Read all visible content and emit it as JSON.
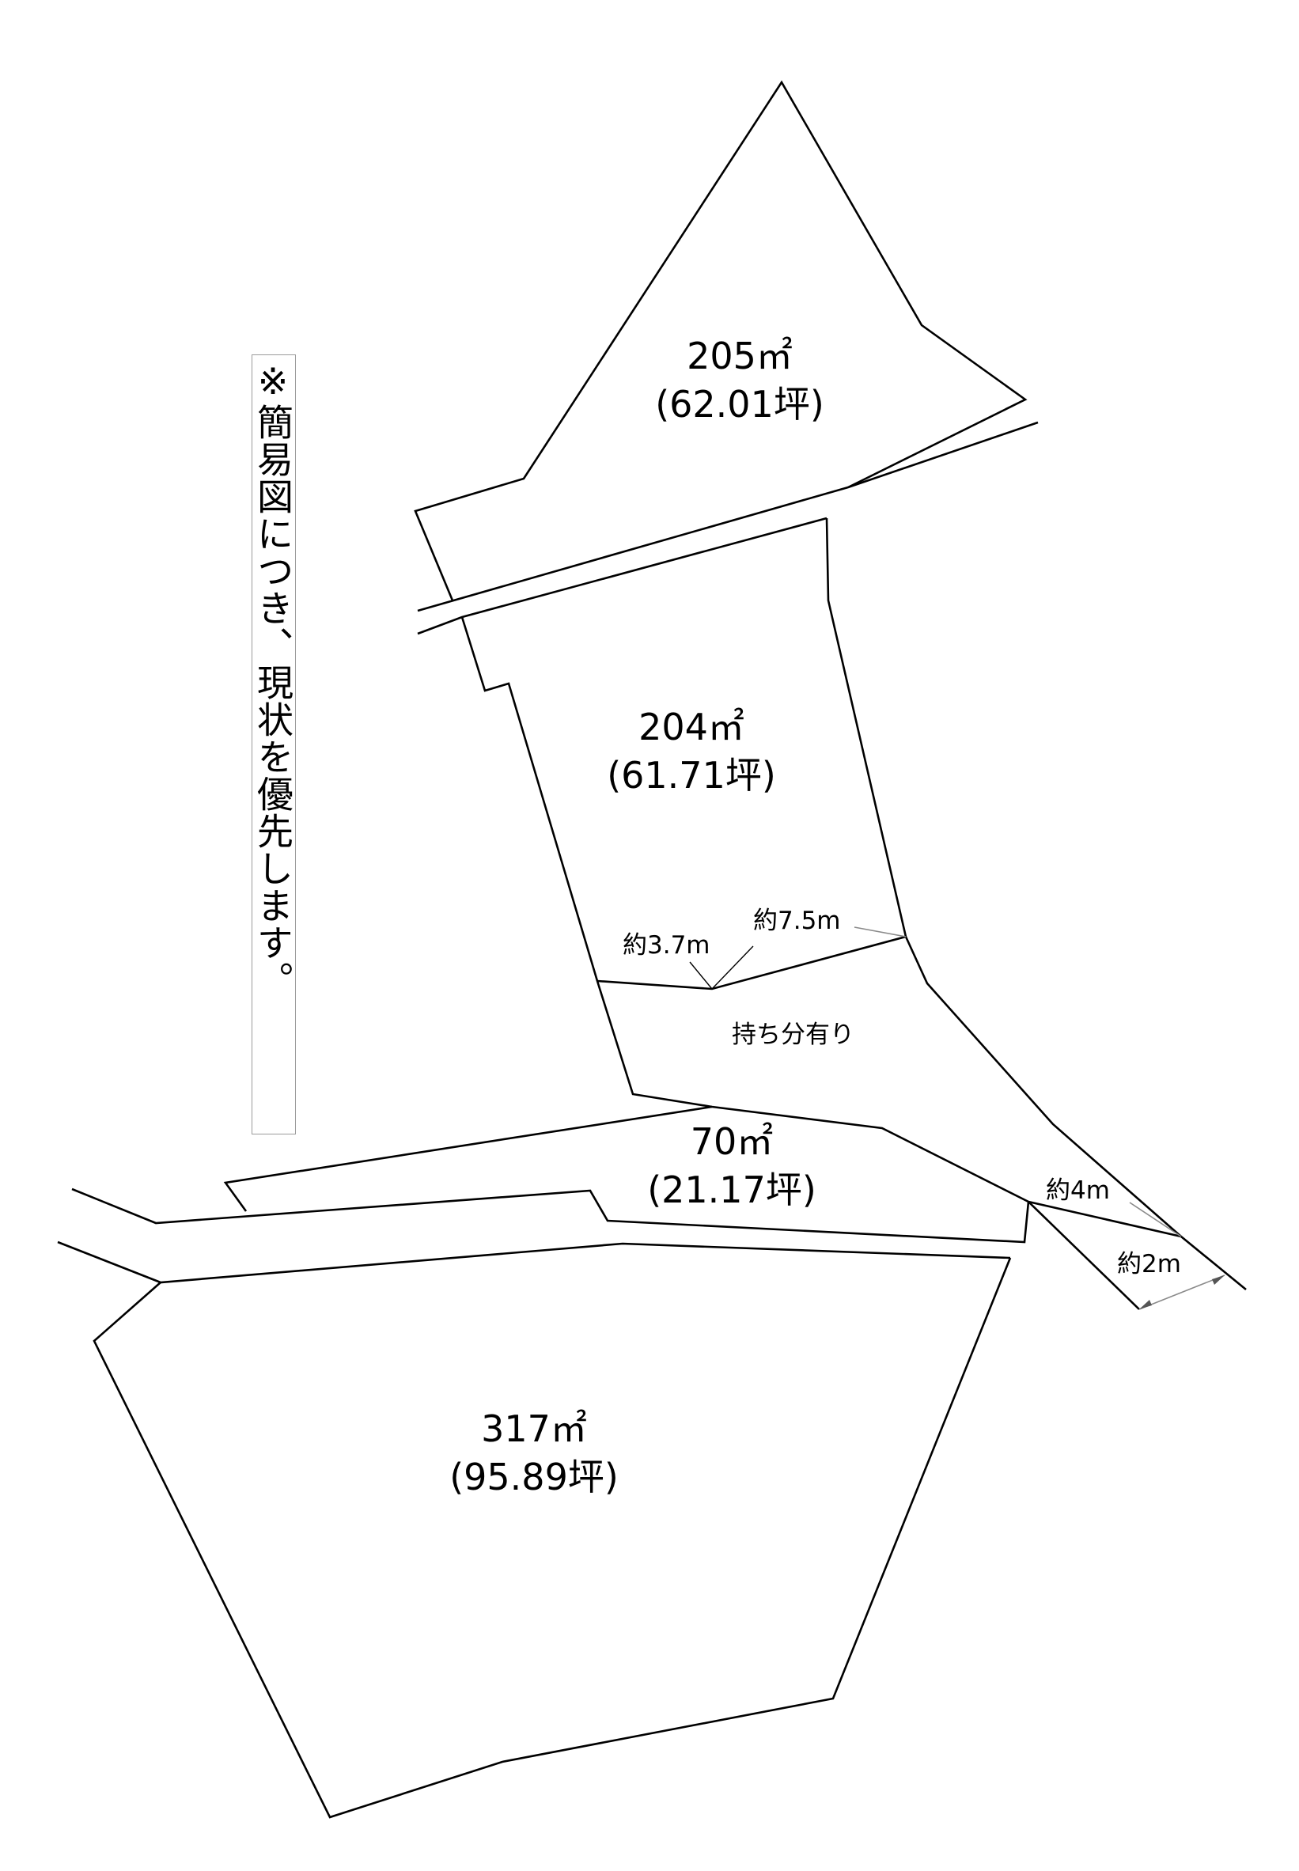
{
  "note": "※簡易図につき、現状を優先します。",
  "parcels": [
    {
      "id": "p205",
      "area": "205㎡",
      "tsubo": "(62.01坪)"
    },
    {
      "id": "p204",
      "area": "204㎡",
      "tsubo": "(61.71坪)"
    },
    {
      "id": "p70",
      "area": "70㎡",
      "tsubo": "(21.17坪)"
    },
    {
      "id": "p317",
      "area": "317㎡",
      "tsubo": "(95.89坪)"
    }
  ],
  "shared_portion_label": "持ち分有り",
  "dimensions": {
    "d37": "約3.7m",
    "d75": "約7.5m",
    "d4": "約4m",
    "d2": "約2m"
  }
}
